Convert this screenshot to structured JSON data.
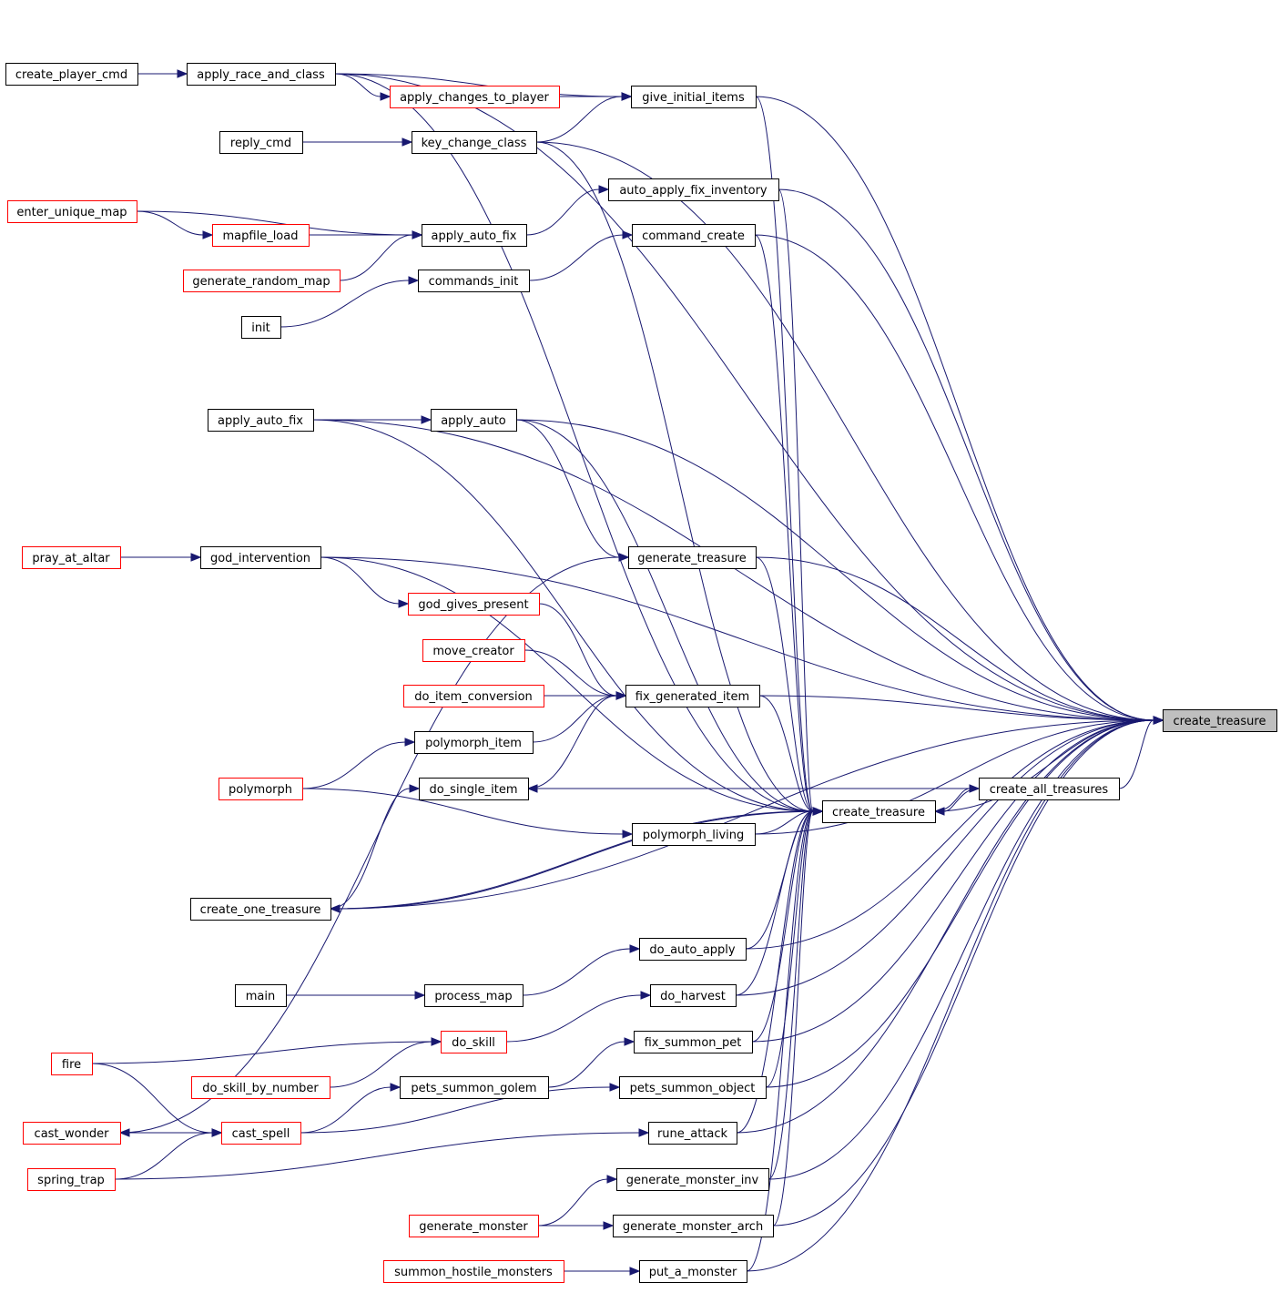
{
  "diagram": {
    "title": "",
    "colors": {
      "edge": "#191970",
      "highlight_fill": "#bfbfbf",
      "node_border": "#000000",
      "truncated_border": "#ff0000"
    },
    "root": "create_treasure",
    "nodes": [
      {
        "id": "n_root",
        "label": "create_treasure",
        "style": "root"
      },
      {
        "id": "n_ct2",
        "label": "create_treasure",
        "style": "normal"
      },
      {
        "id": "n_cat",
        "label": "create_all_treasures",
        "style": "normal"
      },
      {
        "id": "n_cpc",
        "label": "create_player_cmd",
        "style": "normal"
      },
      {
        "id": "n_arc",
        "label": "apply_race_and_class",
        "style": "normal"
      },
      {
        "id": "n_actp",
        "label": "apply_changes_to_player",
        "style": "truncated"
      },
      {
        "id": "n_gii",
        "label": "give_initial_items",
        "style": "normal"
      },
      {
        "id": "n_reply",
        "label": "reply_cmd",
        "style": "normal"
      },
      {
        "id": "n_kcc",
        "label": "key_change_class",
        "style": "normal"
      },
      {
        "id": "n_aafi",
        "label": "auto_apply_fix_inventory",
        "style": "normal"
      },
      {
        "id": "n_eum",
        "label": "enter_unique_map",
        "style": "truncated"
      },
      {
        "id": "n_mfl",
        "label": "mapfile_load",
        "style": "truncated"
      },
      {
        "id": "n_aaf1",
        "label": "apply_auto_fix",
        "style": "normal"
      },
      {
        "id": "n_grm",
        "label": "generate_random_map",
        "style": "truncated"
      },
      {
        "id": "n_ccreate",
        "label": "command_create",
        "style": "normal"
      },
      {
        "id": "n_cinit",
        "label": "commands_init",
        "style": "normal"
      },
      {
        "id": "n_init",
        "label": "init",
        "style": "normal"
      },
      {
        "id": "n_aaf2",
        "label": "apply_auto_fix",
        "style": "normal"
      },
      {
        "id": "n_aauto",
        "label": "apply_auto",
        "style": "normal"
      },
      {
        "id": "n_paa",
        "label": "pray_at_altar",
        "style": "truncated"
      },
      {
        "id": "n_gi",
        "label": "god_intervention",
        "style": "normal"
      },
      {
        "id": "n_gt",
        "label": "generate_treasure",
        "style": "normal"
      },
      {
        "id": "n_ggp",
        "label": "god_gives_present",
        "style": "truncated"
      },
      {
        "id": "n_mc",
        "label": "move_creator",
        "style": "truncated"
      },
      {
        "id": "n_dic",
        "label": "do_item_conversion",
        "style": "truncated"
      },
      {
        "id": "n_fgi",
        "label": "fix_generated_item",
        "style": "normal"
      },
      {
        "id": "n_pi",
        "label": "polymorph_item",
        "style": "normal"
      },
      {
        "id": "n_poly",
        "label": "polymorph",
        "style": "truncated"
      },
      {
        "id": "n_dsi",
        "label": "do_single_item",
        "style": "normal"
      },
      {
        "id": "n_pl",
        "label": "polymorph_living",
        "style": "normal"
      },
      {
        "id": "n_cot",
        "label": "create_one_treasure",
        "style": "normal"
      },
      {
        "id": "n_daa",
        "label": "do_auto_apply",
        "style": "normal"
      },
      {
        "id": "n_main",
        "label": "main",
        "style": "normal"
      },
      {
        "id": "n_pm",
        "label": "process_map",
        "style": "normal"
      },
      {
        "id": "n_dh",
        "label": "do_harvest",
        "style": "normal"
      },
      {
        "id": "n_fire",
        "label": "fire",
        "style": "truncated"
      },
      {
        "id": "n_dskill",
        "label": "do_skill",
        "style": "truncated"
      },
      {
        "id": "n_fsp",
        "label": "fix_summon_pet",
        "style": "normal"
      },
      {
        "id": "n_dsbn",
        "label": "do_skill_by_number",
        "style": "truncated"
      },
      {
        "id": "n_psg",
        "label": "pets_summon_golem",
        "style": "normal"
      },
      {
        "id": "n_pso",
        "label": "pets_summon_object",
        "style": "normal"
      },
      {
        "id": "n_cw",
        "label": "cast_wonder",
        "style": "truncated"
      },
      {
        "id": "n_cs",
        "label": "cast_spell",
        "style": "truncated"
      },
      {
        "id": "n_ra",
        "label": "rune_attack",
        "style": "normal"
      },
      {
        "id": "n_st",
        "label": "spring_trap",
        "style": "truncated"
      },
      {
        "id": "n_gmi",
        "label": "generate_monster_inv",
        "style": "normal"
      },
      {
        "id": "n_gm",
        "label": "generate_monster",
        "style": "truncated"
      },
      {
        "id": "n_gma",
        "label": "generate_monster_arch",
        "style": "normal"
      },
      {
        "id": "n_shm",
        "label": "summon_hostile_monsters",
        "style": "truncated"
      },
      {
        "id": "n_pam",
        "label": "put_a_monster",
        "style": "normal"
      }
    ],
    "edges": [
      [
        "n_cpc",
        "n_arc"
      ],
      [
        "n_arc",
        "n_actp"
      ],
      [
        "n_arc",
        "n_gii"
      ],
      [
        "n_arc",
        "n_root"
      ],
      [
        "n_arc",
        "n_ct2"
      ],
      [
        "n_actp",
        "n_gii"
      ],
      [
        "n_gii",
        "n_root"
      ],
      [
        "n_gii",
        "n_ct2"
      ],
      [
        "n_reply",
        "n_kcc"
      ],
      [
        "n_kcc",
        "n_gii"
      ],
      [
        "n_kcc",
        "n_root"
      ],
      [
        "n_kcc",
        "n_ct2"
      ],
      [
        "n_eum",
        "n_aaf1"
      ],
      [
        "n_eum",
        "n_mfl"
      ],
      [
        "n_mfl",
        "n_aaf1"
      ],
      [
        "n_grm",
        "n_aaf1"
      ],
      [
        "n_aaf1",
        "n_aafi"
      ],
      [
        "n_aafi",
        "n_root"
      ],
      [
        "n_aafi",
        "n_ct2"
      ],
      [
        "n_cinit",
        "n_ccreate"
      ],
      [
        "n_init",
        "n_cinit"
      ],
      [
        "n_ccreate",
        "n_root"
      ],
      [
        "n_ccreate",
        "n_ct2"
      ],
      [
        "n_aaf2",
        "n_aauto"
      ],
      [
        "n_aaf2",
        "n_root"
      ],
      [
        "n_aaf2",
        "n_ct2"
      ],
      [
        "n_aauto",
        "n_root"
      ],
      [
        "n_aauto",
        "n_ct2"
      ],
      [
        "n_aauto",
        "n_gt"
      ],
      [
        "n_paa",
        "n_gi"
      ],
      [
        "n_gi",
        "n_ggp"
      ],
      [
        "n_gi",
        "n_root"
      ],
      [
        "n_gi",
        "n_ct2"
      ],
      [
        "n_cw",
        "n_gt"
      ],
      [
        "n_gt",
        "n_root"
      ],
      [
        "n_gt",
        "n_ct2"
      ],
      [
        "n_ggp",
        "n_fgi"
      ],
      [
        "n_mc",
        "n_fgi"
      ],
      [
        "n_dic",
        "n_fgi"
      ],
      [
        "n_pi",
        "n_fgi"
      ],
      [
        "n_dsi",
        "n_fgi"
      ],
      [
        "n_fgi",
        "n_root"
      ],
      [
        "n_fgi",
        "n_ct2"
      ],
      [
        "n_poly",
        "n_pi"
      ],
      [
        "n_poly",
        "n_pl"
      ],
      [
        "n_cat",
        "n_dsi"
      ],
      [
        "n_cat",
        "n_root"
      ],
      [
        "n_cat",
        "n_ct2"
      ],
      [
        "n_ct2",
        "n_cat"
      ],
      [
        "n_cot",
        "n_dsi"
      ],
      [
        "n_cot",
        "n_root"
      ],
      [
        "n_ct2",
        "n_cot"
      ],
      [
        "n_cot",
        "n_ct2"
      ],
      [
        "n_pl",
        "n_ct2"
      ],
      [
        "n_pl",
        "n_root"
      ],
      [
        "n_daa",
        "n_ct2"
      ],
      [
        "n_daa",
        "n_root"
      ],
      [
        "n_pm",
        "n_daa"
      ],
      [
        "n_main",
        "n_pm"
      ],
      [
        "n_dh",
        "n_ct2"
      ],
      [
        "n_dh",
        "n_root"
      ],
      [
        "n_dskill",
        "n_dh"
      ],
      [
        "n_fire",
        "n_dskill"
      ],
      [
        "n_dsbn",
        "n_dskill"
      ],
      [
        "n_fire",
        "n_cs"
      ],
      [
        "n_fsp",
        "n_ct2"
      ],
      [
        "n_fsp",
        "n_root"
      ],
      [
        "n_psg",
        "n_fsp"
      ],
      [
        "n_pso",
        "n_ct2"
      ],
      [
        "n_pso",
        "n_root"
      ],
      [
        "n_cs",
        "n_pso"
      ],
      [
        "n_cs",
        "n_psg"
      ],
      [
        "n_cs",
        "n_cw"
      ],
      [
        "n_cw",
        "n_cs"
      ],
      [
        "n_st",
        "n_cs"
      ],
      [
        "n_ra",
        "n_ct2"
      ],
      [
        "n_ra",
        "n_root"
      ],
      [
        "n_st",
        "n_ra"
      ],
      [
        "n_gmi",
        "n_ct2"
      ],
      [
        "n_gmi",
        "n_root"
      ],
      [
        "n_gm",
        "n_gmi"
      ],
      [
        "n_gm",
        "n_gma"
      ],
      [
        "n_gma",
        "n_ct2"
      ],
      [
        "n_gma",
        "n_root"
      ],
      [
        "n_pam",
        "n_ct2"
      ],
      [
        "n_pam",
        "n_root"
      ],
      [
        "n_shm",
        "n_pam"
      ],
      [
        "n_ct2",
        "n_root"
      ]
    ]
  }
}
